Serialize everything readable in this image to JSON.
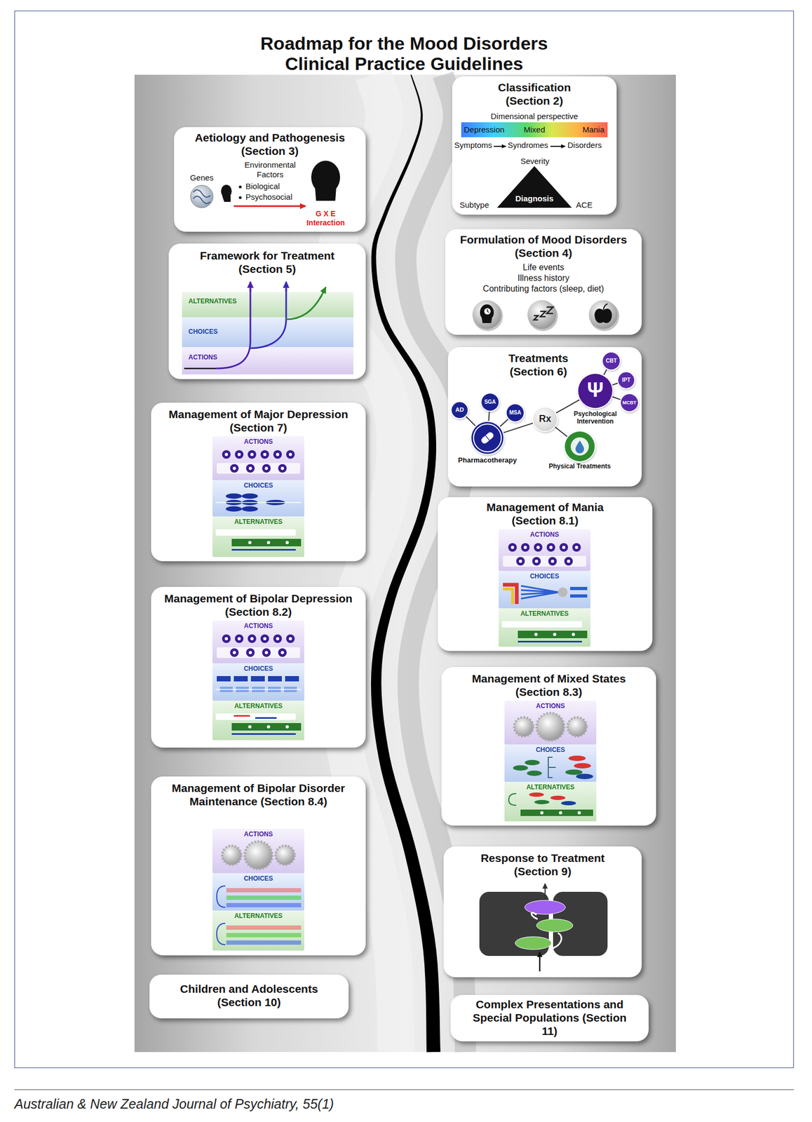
{
  "diagram": {
    "title": "Roadmap for the Mood Disorders Clinical Practice Guidelines",
    "caption": "Australian & New Zealand Journal of Psychiatry, 55(1)",
    "nodes": [
      {
        "text": [
          "Classification (Section 2)",
          "Dimensional perspective",
          "Symptoms",
          "Syndromes",
          "Disorders",
          "Severity",
          "Subtype",
          "ACE"
        ]
      },
      {
        "text": [
          "Depression",
          "Mixed",
          "Mania"
        ],
        "in": 0
      },
      {
        "text": [
          "Diagnosis"
        ],
        "in": 0
      },
      {
        "text": [
          "Aetiology and Pathogenesis (Section 3)",
          "Genes",
          "Environmental Factors",
          "Biological",
          "Psychosocial",
          "G X E Interaction"
        ]
      },
      {
        "text": [
          "Formulation of Mood Disorders (Section 4)",
          "Life events",
          "Illness history",
          "Contributing factors (sleep, diet)"
        ]
      },
      {
        "text": [
          "Framework for Treatment (Section 5)"
        ]
      },
      {
        "text": [
          "ALTERNATIVES"
        ],
        "in": 5
      },
      {
        "text": [
          "CHOICES"
        ],
        "in": 5
      },
      {
        "text": [
          "ACTIONS"
        ],
        "in": 5
      },
      {
        "text": [
          "Treatments (Section 6)"
        ]
      },
      {
        "text": [
          "AD"
        ],
        "in": 9
      },
      {
        "text": [
          "SGA"
        ],
        "in": 9
      },
      {
        "text": [
          "MSA"
        ],
        "in": 9
      },
      {
        "text": [
          "Pharmacotherapy"
        ],
        "in": 9
      },
      {
        "text": [
          "Rx"
        ],
        "in": 9
      },
      {
        "text": [
          "CBT"
        ],
        "in": 9
      },
      {
        "text": [
          "Ψ",
          "Psychological Intervention"
        ],
        "in": 9
      },
      {
        "text": [
          "IPT"
        ],
        "in": 9
      },
      {
        "text": [
          "MCBT"
        ],
        "in": 9
      },
      {
        "text": [
          "Physical Treatments"
        ],
        "in": 9
      },
      {
        "text": [
          "Management of Major Depression (Section 7)"
        ]
      },
      {
        "text": [
          "ACTIONS"
        ],
        "in": 20
      },
      {
        "text": [
          "CHOICES"
        ],
        "in": 20
      },
      {
        "text": [
          "ALTERNATIVES"
        ],
        "in": 20
      },
      {
        "text": [
          "Management of Mania (Section 8.1)"
        ]
      },
      {
        "text": [
          "ACTIONS"
        ],
        "in": 24
      },
      {
        "text": [
          "CHOICES"
        ],
        "in": 24
      },
      {
        "text": [
          "ALTERNATIVES"
        ],
        "in": 24
      },
      {
        "text": [
          "Management of Bipolar Depression (Section 8.2)"
        ]
      },
      {
        "text": [
          "ACTIONS"
        ],
        "in": 28
      },
      {
        "text": [
          "CHOICES"
        ],
        "in": 28
      },
      {
        "text": [
          "ALTERNATIVES"
        ],
        "in": 28
      },
      {
        "text": [
          "Management of Mixed States (Section 8.3)"
        ]
      },
      {
        "text": [
          "ACTIONS"
        ],
        "in": 32
      },
      {
        "text": [
          "CHOICES"
        ],
        "in": 32
      },
      {
        "text": [
          "ALTERNATIVES"
        ],
        "in": 32
      },
      {
        "text": [
          "Management of Bipolar Disorder Maintenance (Section 8.4)"
        ]
      },
      {
        "text": [
          "ACTIONS"
        ],
        "in": 36
      },
      {
        "text": [
          "CHOICES"
        ],
        "in": 36
      },
      {
        "text": [
          "ALTERNATIVES"
        ],
        "in": 36
      },
      {
        "text": [
          "Response to Treatment (Section 9)"
        ]
      },
      {
        "text": [
          "Children and Adolescents (Section 10)"
        ]
      },
      {
        "text": [
          "Complex Presentations and Special Populations (Section 11)"
        ]
      }
    ],
    "edges": [
      {
        "from": 10,
        "to": 13,
        "arrow": "none"
      },
      {
        "from": 11,
        "to": 13,
        "arrow": "none"
      },
      {
        "from": 12,
        "to": 13,
        "arrow": "none"
      },
      {
        "from": 13,
        "to": 14,
        "arrow": "none"
      },
      {
        "from": 14,
        "to": 16,
        "arrow": "none"
      },
      {
        "from": 14,
        "to": 19,
        "arrow": "none"
      },
      {
        "from": 16,
        "to": 15,
        "arrow": "none"
      },
      {
        "from": 16,
        "to": 17,
        "arrow": "none"
      },
      {
        "from": 16,
        "to": 18,
        "arrow": "none"
      }
    ]
  }
}
